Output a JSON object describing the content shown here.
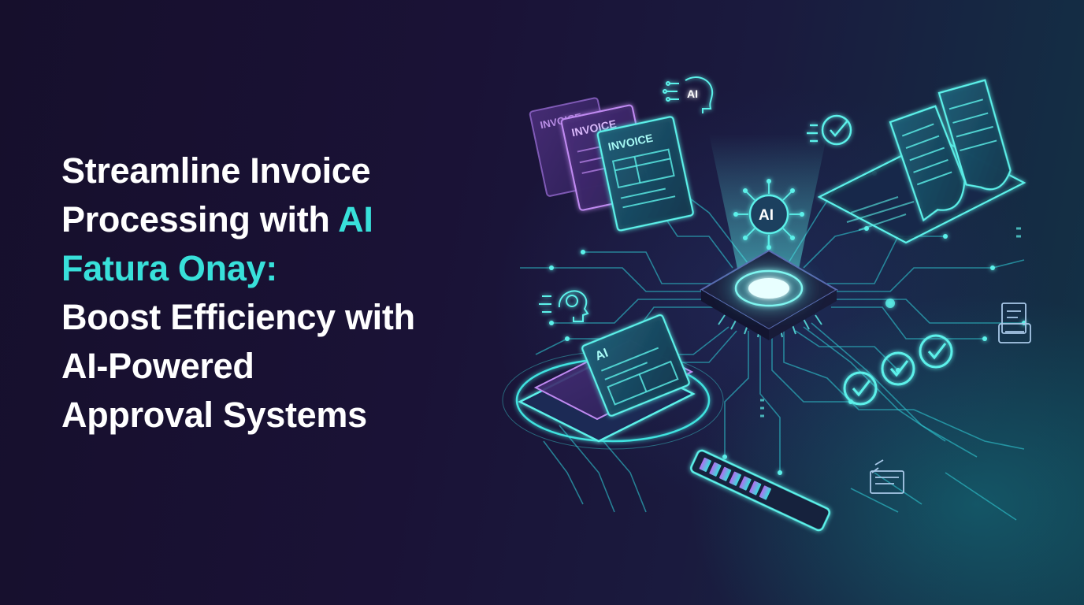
{
  "headline": {
    "line1": "Streamline Invoice",
    "line2_prefix": "Processing with ",
    "line2_accent": "AI",
    "line3": "Fatura Onay:",
    "line4": "Boost Efficiency with",
    "line5": "AI-Powered",
    "line6": "Approval Systems"
  },
  "illustration": {
    "invoice_label": "INVOICE",
    "ai_label": "AI",
    "chip_icon": "ai-chip-icon",
    "head_icon": "ai-head-icon",
    "brain_icon": "brain-head-icon",
    "check_icon": "check-circle-icon"
  },
  "colors": {
    "accent": "#38e0da",
    "purple": "#b46cf0",
    "text": "#ffffff",
    "background_dark": "#160f2c",
    "background_teal": "#123346"
  }
}
